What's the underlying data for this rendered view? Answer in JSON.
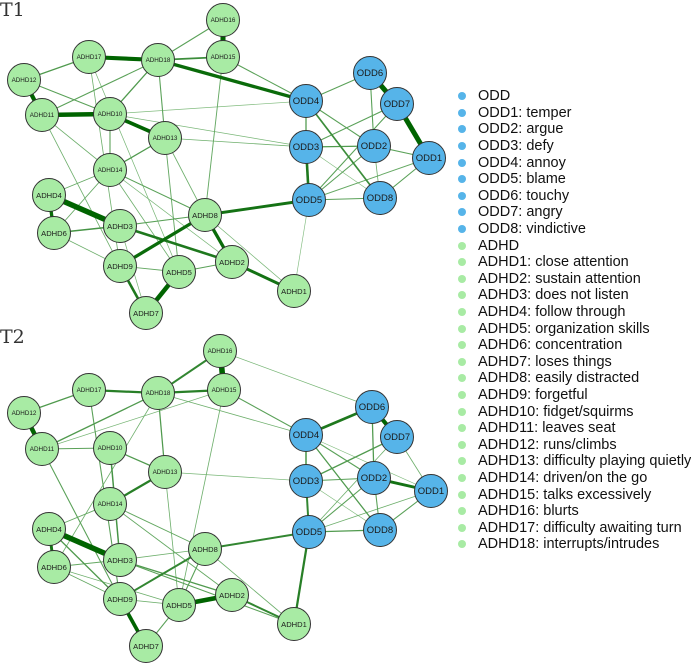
{
  "panels": [
    {
      "label": "T1",
      "nodes": [
        {
          "id": "ADHD1",
          "group": "ADHD"
        },
        {
          "id": "ADHD2",
          "group": "ADHD"
        },
        {
          "id": "ADHD3",
          "group": "ADHD"
        },
        {
          "id": "ADHD4",
          "group": "ADHD"
        },
        {
          "id": "ADHD5",
          "group": "ADHD"
        },
        {
          "id": "ADHD6",
          "group": "ADHD"
        },
        {
          "id": "ADHD7",
          "group": "ADHD"
        },
        {
          "id": "ADHD8",
          "group": "ADHD"
        },
        {
          "id": "ADHD9",
          "group": "ADHD"
        },
        {
          "id": "ADHD10",
          "group": "ADHD"
        },
        {
          "id": "ADHD11",
          "group": "ADHD"
        },
        {
          "id": "ADHD12",
          "group": "ADHD"
        },
        {
          "id": "ADHD13",
          "group": "ADHD"
        },
        {
          "id": "ADHD14",
          "group": "ADHD"
        },
        {
          "id": "ADHD15",
          "group": "ADHD"
        },
        {
          "id": "ADHD16",
          "group": "ADHD"
        },
        {
          "id": "ADHD17",
          "group": "ADHD"
        },
        {
          "id": "ADHD18",
          "group": "ADHD"
        },
        {
          "id": "ODD1",
          "group": "ODD"
        },
        {
          "id": "ODD2",
          "group": "ODD"
        },
        {
          "id": "ODD3",
          "group": "ODD"
        },
        {
          "id": "ODD4",
          "group": "ODD"
        },
        {
          "id": "ODD5",
          "group": "ODD"
        },
        {
          "id": "ODD6",
          "group": "ODD"
        },
        {
          "id": "ODD7",
          "group": "ODD"
        },
        {
          "id": "ODD8",
          "group": "ODD"
        }
      ],
      "edges": [
        [
          "ADHD16",
          "ADHD15",
          0.9
        ],
        [
          "ADHD17",
          "ADHD18",
          0.8
        ],
        [
          "ADHD18",
          "ODD4",
          0.7
        ],
        [
          "ADHD18",
          "ADHD15",
          0.45
        ],
        [
          "ADHD12",
          "ADHD11",
          0.8
        ],
        [
          "ADHD11",
          "ADHD10",
          0.85
        ],
        [
          "ADHD10",
          "ADHD13",
          0.75
        ],
        [
          "ADHD12",
          "ADHD17",
          0.35
        ],
        [
          "ADHD12",
          "ADHD10",
          0.3
        ],
        [
          "ADHD10",
          "ADHD18",
          0.35
        ],
        [
          "ADHD11",
          "ADHD18",
          0.3
        ],
        [
          "ADHD18",
          "ADHD16",
          0.3
        ],
        [
          "ADHD18",
          "ADHD13",
          0.3
        ],
        [
          "ADHD15",
          "ODD4",
          0.3
        ],
        [
          "ADHD10",
          "ADHD14",
          0.3
        ],
        [
          "ADHD13",
          "ADHD14",
          0.35
        ],
        [
          "ADHD4",
          "ADHD3",
          0.95
        ],
        [
          "ADHD4",
          "ADHD6",
          0.7
        ],
        [
          "ADHD6",
          "ADHD3",
          0.4
        ],
        [
          "ADHD3",
          "ADHD8",
          0.3
        ],
        [
          "ADHD3",
          "ADHD2",
          0.6
        ],
        [
          "ADHD9",
          "ADHD8",
          0.7
        ],
        [
          "ADHD9",
          "ADHD7",
          0.6
        ],
        [
          "ADHD5",
          "ADHD7",
          0.85
        ],
        [
          "ADHD8",
          "ADHD2",
          0.7
        ],
        [
          "ADHD2",
          "ADHD1",
          0.65
        ],
        [
          "ADHD8",
          "ODD5",
          0.65
        ],
        [
          "ADHD5",
          "ADHD2",
          0.3
        ],
        [
          "ADHD9",
          "ADHD5",
          0.25
        ],
        [
          "ADHD14",
          "ADHD8",
          0.3
        ],
        [
          "ADHD14",
          "ADHD4",
          0.25
        ],
        [
          "ADHD14",
          "ADHD6",
          0.25
        ],
        [
          "ADHD6",
          "ADHD9",
          0.2
        ],
        [
          "ADHD11",
          "ADHD9",
          0.2
        ],
        [
          "ADHD17",
          "ADHD9",
          0.2
        ],
        [
          "ADHD17",
          "ADHD5",
          0.15
        ],
        [
          "ADHD13",
          "ADHD5",
          0.25
        ],
        [
          "ADHD13",
          "ADHD8",
          0.2
        ],
        [
          "ADHD15",
          "ADHD8",
          0.25
        ],
        [
          "ADHD10",
          "ODD3",
          0.15
        ],
        [
          "ADHD10",
          "ODD4",
          0.1
        ],
        [
          "ADHD13",
          "ODD3",
          0.2
        ],
        [
          "ADHD8",
          "ADHD1",
          0.15
        ],
        [
          "ODD5",
          "ADHD1",
          0.1
        ],
        [
          "ADHD3",
          "ADHD7",
          0.15
        ],
        [
          "ADHD14",
          "ADHD5",
          0.2
        ],
        [
          "ADHD14",
          "ADHD2",
          0.15
        ],
        [
          "ADHD11",
          "ADHD14",
          0.2
        ],
        [
          "ODD6",
          "ODD7",
          0.9
        ],
        [
          "ODD7",
          "ODD1",
          0.9
        ],
        [
          "ODD3",
          "ODD5",
          0.6
        ],
        [
          "ODD4",
          "ODD3",
          0.35
        ],
        [
          "ODD4",
          "ODD6",
          0.3
        ],
        [
          "ODD4",
          "ODD8",
          0.45
        ],
        [
          "ODD4",
          "ODD2",
          0.3
        ],
        [
          "ODD3",
          "ODD2",
          0.35
        ],
        [
          "ODD3",
          "ODD7",
          0.3
        ],
        [
          "ODD2",
          "ODD1",
          0.3
        ],
        [
          "ODD2",
          "ODD6",
          0.3
        ],
        [
          "ODD2",
          "ODD5",
          0.3
        ],
        [
          "ODD2",
          "ODD8",
          0.2
        ],
        [
          "ODD5",
          "ODD8",
          0.3
        ],
        [
          "ODD5",
          "ODD1",
          0.25
        ],
        [
          "ODD8",
          "ODD1",
          0.3
        ],
        [
          "ODD5",
          "ODD7",
          0.3
        ],
        [
          "ODD3",
          "ODD8",
          0.1
        ]
      ]
    },
    {
      "label": "T2",
      "nodes": [
        {
          "id": "ADHD1",
          "group": "ADHD"
        },
        {
          "id": "ADHD2",
          "group": "ADHD"
        },
        {
          "id": "ADHD3",
          "group": "ADHD"
        },
        {
          "id": "ADHD4",
          "group": "ADHD"
        },
        {
          "id": "ADHD5",
          "group": "ADHD"
        },
        {
          "id": "ADHD6",
          "group": "ADHD"
        },
        {
          "id": "ADHD7",
          "group": "ADHD"
        },
        {
          "id": "ADHD8",
          "group": "ADHD"
        },
        {
          "id": "ADHD9",
          "group": "ADHD"
        },
        {
          "id": "ADHD10",
          "group": "ADHD"
        },
        {
          "id": "ADHD11",
          "group": "ADHD"
        },
        {
          "id": "ADHD12",
          "group": "ADHD"
        },
        {
          "id": "ADHD13",
          "group": "ADHD"
        },
        {
          "id": "ADHD14",
          "group": "ADHD"
        },
        {
          "id": "ADHD15",
          "group": "ADHD"
        },
        {
          "id": "ADHD16",
          "group": "ADHD"
        },
        {
          "id": "ADHD17",
          "group": "ADHD"
        },
        {
          "id": "ADHD18",
          "group": "ADHD"
        },
        {
          "id": "ODD1",
          "group": "ODD"
        },
        {
          "id": "ODD2",
          "group": "ODD"
        },
        {
          "id": "ODD3",
          "group": "ODD"
        },
        {
          "id": "ODD4",
          "group": "ODD"
        },
        {
          "id": "ODD5",
          "group": "ODD"
        },
        {
          "id": "ODD6",
          "group": "ODD"
        },
        {
          "id": "ODD7",
          "group": "ODD"
        },
        {
          "id": "ODD8",
          "group": "ODD"
        }
      ],
      "edges": [
        [
          "ADHD16",
          "ADHD15",
          0.95
        ],
        [
          "ADHD16",
          "ADHD18",
          0.5
        ],
        [
          "ADHD17",
          "ADHD18",
          0.55
        ],
        [
          "ADHD18",
          "ADHD15",
          0.55
        ],
        [
          "ADHD12",
          "ADHD11",
          0.85
        ],
        [
          "ADHD12",
          "ADHD17",
          0.35
        ],
        [
          "ADHD11",
          "ADHD18",
          0.35
        ],
        [
          "ADHD11",
          "ADHD10",
          0.3
        ],
        [
          "ADHD10",
          "ADHD13",
          0.35
        ],
        [
          "ADHD18",
          "ADHD13",
          0.35
        ],
        [
          "ADHD18",
          "ODD4",
          0.2
        ],
        [
          "ADHD15",
          "ODD4",
          0.3
        ],
        [
          "ADHD16",
          "ODD6",
          0.15
        ],
        [
          "ADHD13",
          "ODD3",
          0.15
        ],
        [
          "ADHD13",
          "ADHD14",
          0.55
        ],
        [
          "ADHD10",
          "ADHD3",
          0.4
        ],
        [
          "ADHD4",
          "ADHD3",
          0.95
        ],
        [
          "ADHD4",
          "ADHD6",
          0.65
        ],
        [
          "ADHD6",
          "ADHD3",
          0.25
        ],
        [
          "ADHD3",
          "ADHD8",
          0.2
        ],
        [
          "ADHD3",
          "ADHD2",
          0.35
        ],
        [
          "ADHD3",
          "ADHD1",
          0.3
        ],
        [
          "ADHD9",
          "ADHD8",
          0.5
        ],
        [
          "ADHD9",
          "ADHD7",
          0.75
        ],
        [
          "ADHD5",
          "ADHD2",
          0.85
        ],
        [
          "ADHD5",
          "ADHD7",
          0.3
        ],
        [
          "ADHD2",
          "ADHD1",
          0.5
        ],
        [
          "ADHD8",
          "ODD5",
          0.5
        ],
        [
          "ADHD14",
          "ADHD8",
          0.25
        ],
        [
          "ADHD14",
          "ADHD4",
          0.25
        ],
        [
          "ADHD14",
          "ADHD2",
          0.25
        ],
        [
          "ADHD4",
          "ADHD9",
          0.35
        ],
        [
          "ADHD6",
          "ADHD9",
          0.25
        ],
        [
          "ADHD6",
          "ADHD5",
          0.2
        ],
        [
          "ADHD17",
          "ADHD9",
          0.3
        ],
        [
          "ADHD11",
          "ADHD9",
          0.3
        ],
        [
          "ADHD15",
          "ADHD5",
          0.2
        ],
        [
          "ADHD8",
          "ADHD1",
          0.2
        ],
        [
          "ADHD8",
          "ADHD5",
          0.3
        ],
        [
          "ADHD13",
          "ADHD5",
          0.2
        ],
        [
          "ADHD9",
          "ADHD5",
          0.2
        ],
        [
          "ADHD18",
          "ADHD6",
          0.2
        ],
        [
          "ADHD15",
          "ADHD11",
          0.15
        ],
        [
          "ODD6",
          "ODD7",
          0.8
        ],
        [
          "ODD6",
          "ODD4",
          0.6
        ],
        [
          "ODD2",
          "ODD1",
          0.65
        ],
        [
          "ODD4",
          "ODD3",
          0.4
        ],
        [
          "ODD3",
          "ODD5",
          0.5
        ],
        [
          "ODD5",
          "ADHD1",
          0.55
        ],
        [
          "ODD4",
          "ODD8",
          0.35
        ],
        [
          "ODD4",
          "ODD2",
          0.3
        ],
        [
          "ODD3",
          "ODD2",
          0.3
        ],
        [
          "ODD3",
          "ODD7",
          0.35
        ],
        [
          "ODD2",
          "ODD6",
          0.35
        ],
        [
          "ODD7",
          "ODD1",
          0.2
        ],
        [
          "ODD2",
          "ODD5",
          0.3
        ],
        [
          "ODD2",
          "ODD8",
          0.3
        ],
        [
          "ODD5",
          "ODD8",
          0.35
        ],
        [
          "ODD8",
          "ODD1",
          0.3
        ],
        [
          "ODD5",
          "ODD1",
          0.2
        ],
        [
          "ODD5",
          "ODD7",
          0.2
        ],
        [
          "ODD4",
          "ODD1",
          0.1
        ],
        [
          "ODD3",
          "ODD8",
          0.1
        ]
      ]
    }
  ],
  "legend": {
    "items": [
      {
        "label": "ODD",
        "group": "ODD"
      },
      {
        "label": "ODD1: temper",
        "group": "ODD"
      },
      {
        "label": "ODD2: argue",
        "group": "ODD"
      },
      {
        "label": "ODD3: defy",
        "group": "ODD"
      },
      {
        "label": "ODD4: annoy",
        "group": "ODD"
      },
      {
        "label": "ODD5: blame",
        "group": "ODD"
      },
      {
        "label": "ODD6: touchy",
        "group": "ODD"
      },
      {
        "label": "ODD7: angry",
        "group": "ODD"
      },
      {
        "label": "ODD8: vindictive",
        "group": "ODD"
      },
      {
        "label": "ADHD",
        "group": "ADHD"
      },
      {
        "label": "ADHD1: close attention",
        "group": "ADHD"
      },
      {
        "label": "ADHD2: sustain attention",
        "group": "ADHD"
      },
      {
        "label": "ADHD3: does not listen",
        "group": "ADHD"
      },
      {
        "label": "ADHD4: follow through",
        "group": "ADHD"
      },
      {
        "label": "ADHD5: organization skills",
        "group": "ADHD"
      },
      {
        "label": "ADHD6: concentration",
        "group": "ADHD"
      },
      {
        "label": "ADHD7: loses things",
        "group": "ADHD"
      },
      {
        "label": "ADHD8: easily distracted",
        "group": "ADHD"
      },
      {
        "label": "ADHD9: forgetful",
        "group": "ADHD"
      },
      {
        "label": "ADHD10: fidget/squirms",
        "group": "ADHD"
      },
      {
        "label": "ADHD11: leaves seat",
        "group": "ADHD"
      },
      {
        "label": "ADHD12: runs/climbs",
        "group": "ADHD"
      },
      {
        "label": "ADHD13: difficulty playing quietly",
        "group": "ADHD"
      },
      {
        "label": "ADHD14: driven/on the go",
        "group": "ADHD"
      },
      {
        "label": "ADHD15: talks excessively",
        "group": "ADHD"
      },
      {
        "label": "ADHD16: blurts",
        "group": "ADHD"
      },
      {
        "label": "ADHD17: difficulty awaiting turn",
        "group": "ADHD"
      },
      {
        "label": "ADHD18: interrupts/intrudes",
        "group": "ADHD"
      }
    ]
  },
  "colors": {
    "ODD": "#56b4e9",
    "ADHD": "#a8eba4",
    "edge": "#006400",
    "node_border": "#333333"
  }
}
